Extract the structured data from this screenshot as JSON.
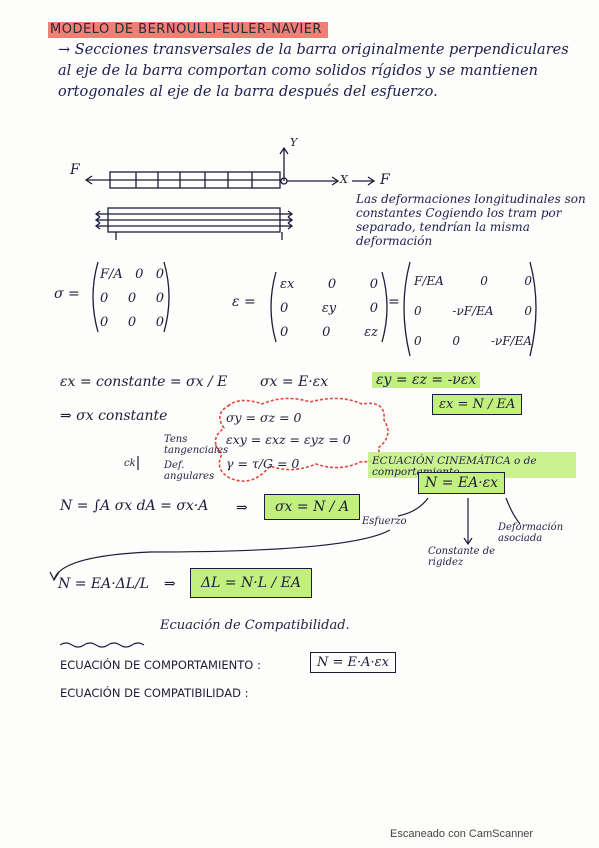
{
  "title": "MODELO DE BERNOULLI-EULER-NAVIER",
  "intro": "Secciones transversales de la barra originalmente perpendiculares al eje de la barra comportan como solidos rígidos y se mantienen ortogonales al eje de la barra después del esfuerzo.",
  "beam": {
    "force_left": "F",
    "force_right": "F",
    "axis_y": "Y",
    "axis_x": "X"
  },
  "note": "Las deformaciones longitudinales son constantes Cogiendo los tram por separado, tendrían la misma deformación",
  "matrices": {
    "sigma_label": "σ =",
    "sigma_row1": [
      "F/A",
      "0",
      "0"
    ],
    "sigma_row2": [
      "0",
      "0",
      "0"
    ],
    "sigma_row3": [
      "0",
      "0",
      "0"
    ],
    "eps_label": "ε =",
    "eps_row1": [
      "εx",
      "0",
      "0"
    ],
    "eps_row2": [
      "0",
      "εy",
      "0"
    ],
    "eps_row3": [
      "0",
      "0",
      "εz"
    ],
    "eps2_row1": [
      "F/EA",
      "0",
      "0"
    ],
    "eps2_row2": [
      "0",
      "-νF/EA",
      "0"
    ],
    "eps2_row3": [
      "0",
      "0",
      "-νF/EA"
    ]
  },
  "equations": {
    "ex_const": "εx = constante  =  σx / E",
    "sx": "σx = E·εx",
    "ey": "εy = εz = -νεx",
    "ex_box": "εx = N / EA",
    "sx_const": "⇒ σx constante",
    "cloud1": "σy = σz = 0",
    "cloud2": "εxy = εxz = εyz = 0",
    "cloud3": "γ = τ/G = 0",
    "tens_tang": "Tens tangenciales",
    "def_ang": "Def. angulares",
    "ck": "ck",
    "N_integral": "N = ∫A σx dA  =  σx·A",
    "arrow_sx": "⇒",
    "sx_box": "σx = N / A",
    "cinematica": "ECUACIÓN CINEMÁTICA o de comportamiento",
    "N_box": "N = EA·εx",
    "esfuerzo": "Esfuerzo",
    "constante_rigidez": "Constante de rigidez",
    "deformacion_asociada": "Deformación asociada",
    "N_EA": "N = EA·ΔL/L",
    "arrow2": "⇒",
    "dl_box": "ΔL = N·L / EA",
    "compat": "Ecuación de Compatibilidad."
  },
  "footer": {
    "comportamiento_label": "ECUACIÓN DE COMPORTAMIENTO :",
    "comportamiento_eq": "N = E·A·εx",
    "compatibilidad_label": "ECUACIÓN DE COMPATIBILIDAD :"
  },
  "caption": "Escaneado con CamScanner",
  "colors": {
    "highlight_green": "#c2f07e",
    "title_red": "#f07f74",
    "cloud_red": "#e0483c",
    "ink": "#1d1d3a"
  }
}
